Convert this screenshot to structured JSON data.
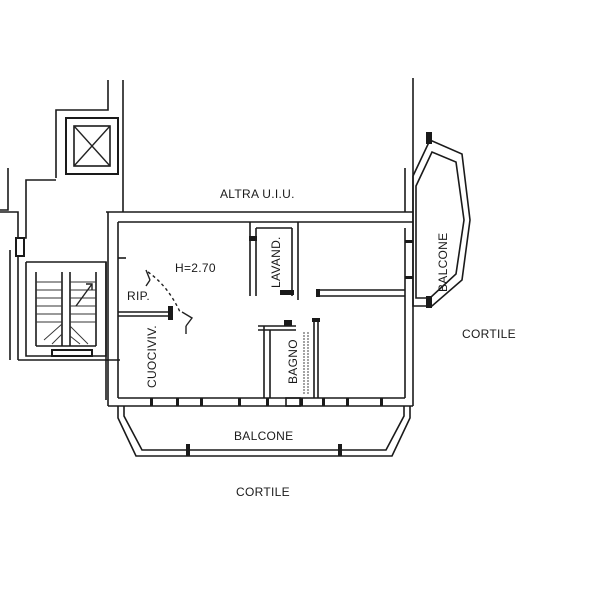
{
  "plan": {
    "labels": {
      "altra_uiu": "ALTRA U.I.U.",
      "height": "H=2.70",
      "lavanderia": "LAVAND.",
      "balcone_right": "BALCONE",
      "cortile_right": "CORTILE",
      "ripostiglio": "RIP.",
      "cucina": "CUOCIVIV.",
      "bagno": "BAGNO",
      "balcone_bottom": "BALCONE",
      "cortile_bottom": "CORTILE"
    }
  }
}
